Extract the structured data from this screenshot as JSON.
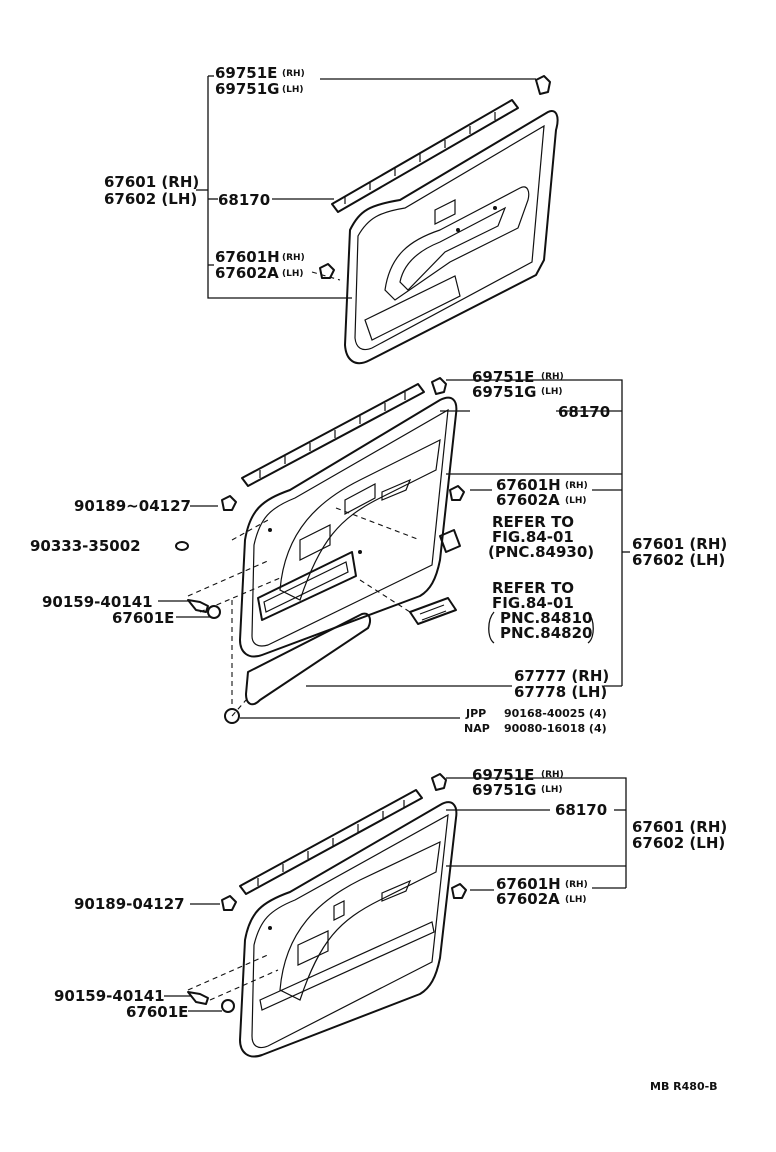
{
  "top": {
    "clip_a": "69751E",
    "clip_a_side": "(RH)",
    "clip_b": "69751G",
    "clip_b_side": "(LH)",
    "assy_rh": "67601 (RH)",
    "assy_lh": "67602 (LH)",
    "weatherstrip": "68170",
    "pocket_rh": "67601H",
    "pocket_rh_side": "(RH)",
    "pocket_lh": "67602A",
    "pocket_lh_side": "(LH)"
  },
  "middle": {
    "clip_a": "69751E",
    "clip_a_side": "(RH)",
    "clip_b": "69751G",
    "clip_b_side": "(LH)",
    "weatherstrip": "68170",
    "pocket_rh": "67601H",
    "pocket_rh_side": "(RH)",
    "pocket_lh": "67602A",
    "pocket_lh_side": "(LH)",
    "clip_90189": "90189~04127",
    "plug_90333": "90333-35002",
    "screw_90159": "90159-40141",
    "cap_67601e": "67601E",
    "refer1_line1": "REFER TO",
    "refer1_line2": "FIG.84-01",
    "refer1_line3": "(PNC.84930)",
    "refer2_line1": "REFER TO",
    "refer2_line2": "FIG.84-01",
    "refer2_line3": "PNC.84810",
    "refer2_line4": "PNC.84820",
    "assy_rh": "67601 (RH)",
    "assy_lh": "67602 (LH)",
    "panel_rh": "67777 (RH)",
    "panel_lh": "67778 (LH)",
    "jpp": "JPP",
    "jpp_part": "90168-40025 (4)",
    "nap": "NAP",
    "nap_part": "90080-16018 (4)"
  },
  "bottom": {
    "clip_a": "69751E",
    "clip_a_side": "(RH)",
    "clip_b": "69751G",
    "clip_b_side": "(LH)",
    "weatherstrip": "68170",
    "assy_rh": "67601 (RH)",
    "assy_lh": "67602 (LH)",
    "pocket_rh": "67601H",
    "pocket_rh_side": "(RH)",
    "pocket_lh": "67602A",
    "pocket_lh_side": "(LH)",
    "clip_90189": "90189-04127",
    "screw_90159": "90159-40141",
    "cap_67601e": "67601E"
  },
  "footer": {
    "code": "MB  R480-B"
  }
}
